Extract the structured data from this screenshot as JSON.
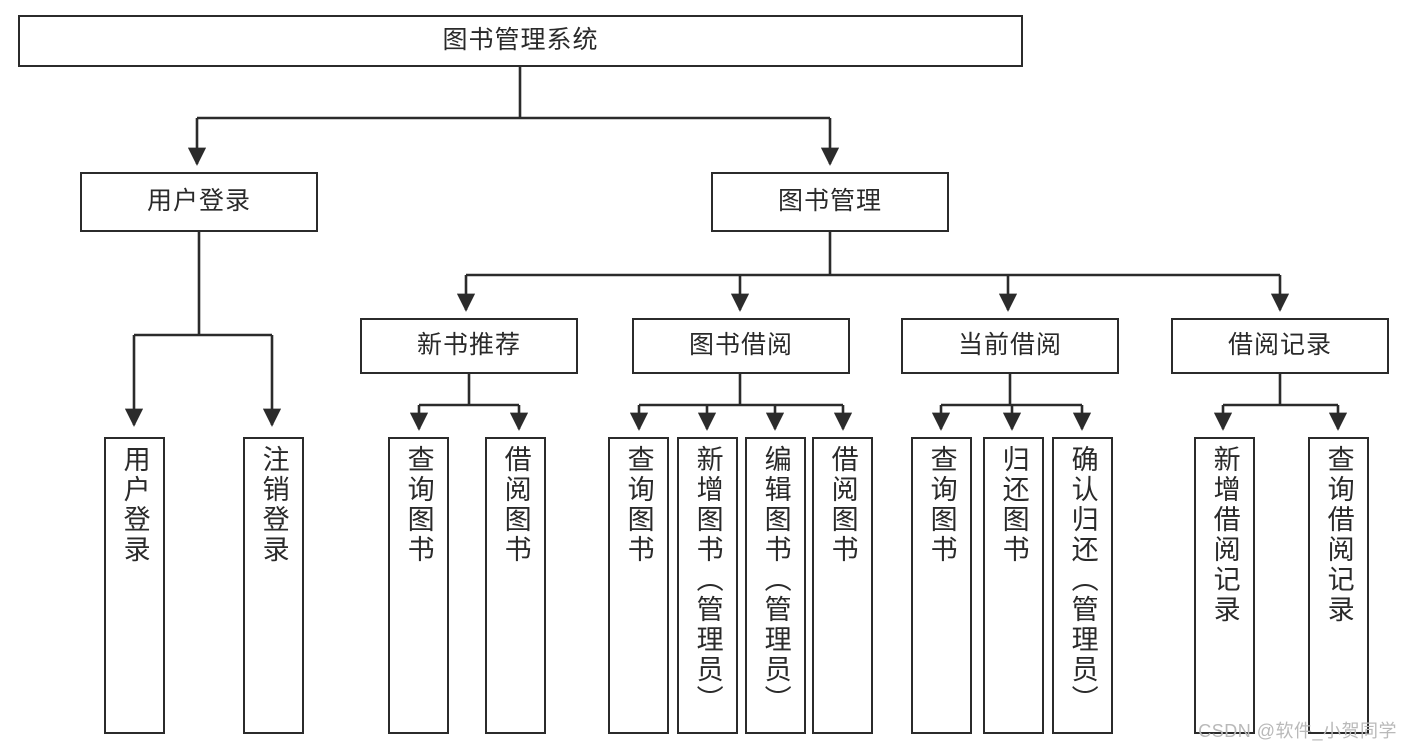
{
  "diagram": {
    "type": "tree-hierarchy",
    "title": "图书管理系统",
    "root": {
      "id": "root",
      "label": "图书管理系统"
    },
    "level2": [
      {
        "id": "user-login",
        "label": "用户登录"
      },
      {
        "id": "book-manage",
        "label": "图书管理"
      }
    ],
    "level3": [
      {
        "id": "new-book-recommend",
        "label": "新书推荐",
        "parent": "book-manage"
      },
      {
        "id": "book-borrow",
        "label": "图书借阅",
        "parent": "book-manage"
      },
      {
        "id": "current-borrow",
        "label": "当前借阅",
        "parent": "book-manage"
      },
      {
        "id": "borrow-record",
        "label": "借阅记录",
        "parent": "book-manage"
      }
    ],
    "leaves": [
      {
        "id": "leaf-user-login",
        "label": "用户登录",
        "parent": "user-login"
      },
      {
        "id": "leaf-logout-login",
        "label": "注销登录",
        "parent": "user-login"
      },
      {
        "id": "leaf-query-book-1",
        "label": "查询图书",
        "parent": "new-book-recommend"
      },
      {
        "id": "leaf-borrow-book-1",
        "label": "借阅图书",
        "parent": "new-book-recommend"
      },
      {
        "id": "leaf-query-book-2",
        "label": "查询图书",
        "parent": "book-borrow"
      },
      {
        "id": "leaf-add-book",
        "label": "新增图书（管理员）",
        "parent": "book-borrow"
      },
      {
        "id": "leaf-edit-book",
        "label": "编辑图书（管理员）",
        "parent": "book-borrow"
      },
      {
        "id": "leaf-borrow-book-2",
        "label": "借阅图书",
        "parent": "book-borrow"
      },
      {
        "id": "leaf-query-book-3",
        "label": "查询图书",
        "parent": "current-borrow"
      },
      {
        "id": "leaf-return-book",
        "label": "归还图书",
        "parent": "current-borrow"
      },
      {
        "id": "leaf-confirm-return",
        "label": "确认归还（管理员）",
        "parent": "current-borrow"
      },
      {
        "id": "leaf-add-record",
        "label": "新增借阅记录",
        "parent": "borrow-record"
      },
      {
        "id": "leaf-query-record",
        "label": "查询借阅记录",
        "parent": "borrow-record"
      }
    ]
  },
  "watermark": {
    "text": "CSDN @软件_小贺同学"
  },
  "colors": {
    "stroke": "#2b2b2b",
    "text": "#2a2a2a",
    "background": "#ffffff",
    "watermark": "#b9b9b9"
  }
}
